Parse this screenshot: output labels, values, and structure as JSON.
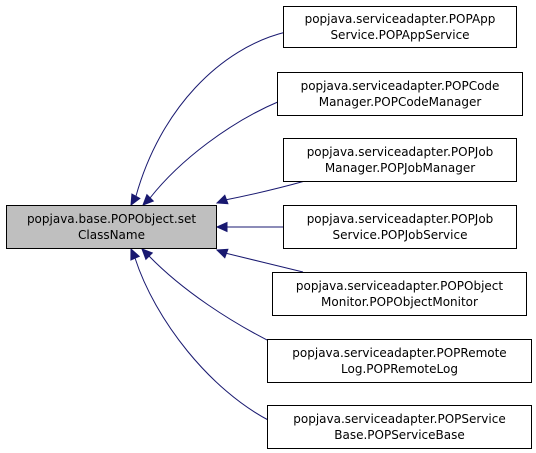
{
  "graph": {
    "focus": {
      "line1": "popjava.base.POPObject.set",
      "line2": "ClassName",
      "fill": "#bfbfbf"
    },
    "callers": [
      {
        "line1": "popjava.serviceadapter.POPApp",
        "line2": "Service.POPAppService"
      },
      {
        "line1": "popjava.serviceadapter.POPCode",
        "line2": "Manager.POPCodeManager"
      },
      {
        "line1": "popjava.serviceadapter.POPJob",
        "line2": "Manager.POPJobManager"
      },
      {
        "line1": "popjava.serviceadapter.POPJob",
        "line2": "Service.POPJobService"
      },
      {
        "line1": "popjava.serviceadapter.POPObject",
        "line2": "Monitor.POPObjectMonitor"
      },
      {
        "line1": "popjava.serviceadapter.POPRemote",
        "line2": "Log.POPRemoteLog"
      },
      {
        "line1": "popjava.serviceadapter.POPService",
        "line2": "Base.POPServiceBase"
      }
    ],
    "edge_color": "#191970"
  }
}
